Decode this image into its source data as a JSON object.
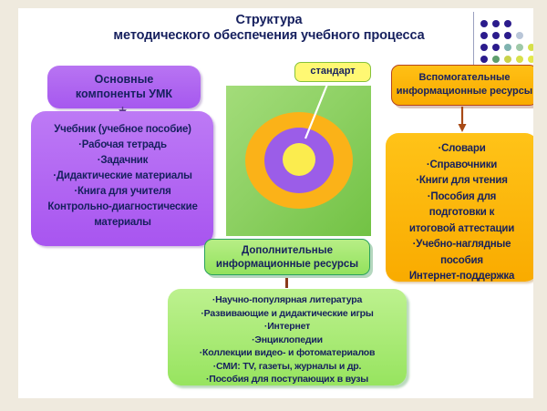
{
  "title": {
    "line1": "Структура",
    "line2": "методического обеспечения учебного процесса"
  },
  "center": {
    "standard_label": "стандарт"
  },
  "left_group": {
    "header": "Основные\nкомпоненты УМК",
    "header_line1": "Основные",
    "header_line2": "компоненты УМК",
    "items": [
      "Учебник (учебное пособие)",
      "·Рабочая тетрадь",
      "·Задачник",
      "·Дидактические материалы",
      "·Книга для учителя",
      "Контрольно-диагностические",
      "материалы"
    ]
  },
  "right_group": {
    "header_line1": "Вспомогательные",
    "header_line2": "информационные ресурсы",
    "items": [
      "·Словари",
      "·Справочники",
      "·Книги для чтения",
      "·Пособия для",
      "подготовки к",
      "итоговой аттестации",
      "·Учебно-наглядные",
      "пособия",
      "Интернет-поддержка"
    ]
  },
  "bottom_group": {
    "header_line1": "Дополнительные",
    "header_line2": "информационные ресурсы",
    "items": [
      "·Научно-популярная литература",
      "·Развивающие и дидактические игры",
      "·Интернет",
      "·Энциклопедии",
      "·Коллекции видео- и фотоматериалов",
      "·СМИ: TV,  газеты, журналы и др.",
      "·Пособия для поступающих в вузы"
    ]
  },
  "colors": {
    "title_text": "#16205e",
    "purple": "#a855f0",
    "orange": "#f9ab00",
    "green": "#97e45f",
    "yellow": "#fbec4e",
    "page_background": "#efeade",
    "slide_background": "#ffffff"
  },
  "decor": {
    "dot_colors": [
      [
        "#2b1b8c",
        "#2b1b8c",
        "#2b1b8c",
        "",
        ""
      ],
      [
        "#2b1b8c",
        "#2b1b8c",
        "#2b1b8c",
        "#b9c6d8",
        ""
      ],
      [
        "#2b1b8c",
        "#2b1b8c",
        "#7fb3b0",
        "#9fc9a8",
        "#d6e04a"
      ],
      [
        "#2b1b8c",
        "#5f9e6d",
        "#c9d24a",
        "#d8e04a",
        "#e3e84a"
      ]
    ]
  }
}
